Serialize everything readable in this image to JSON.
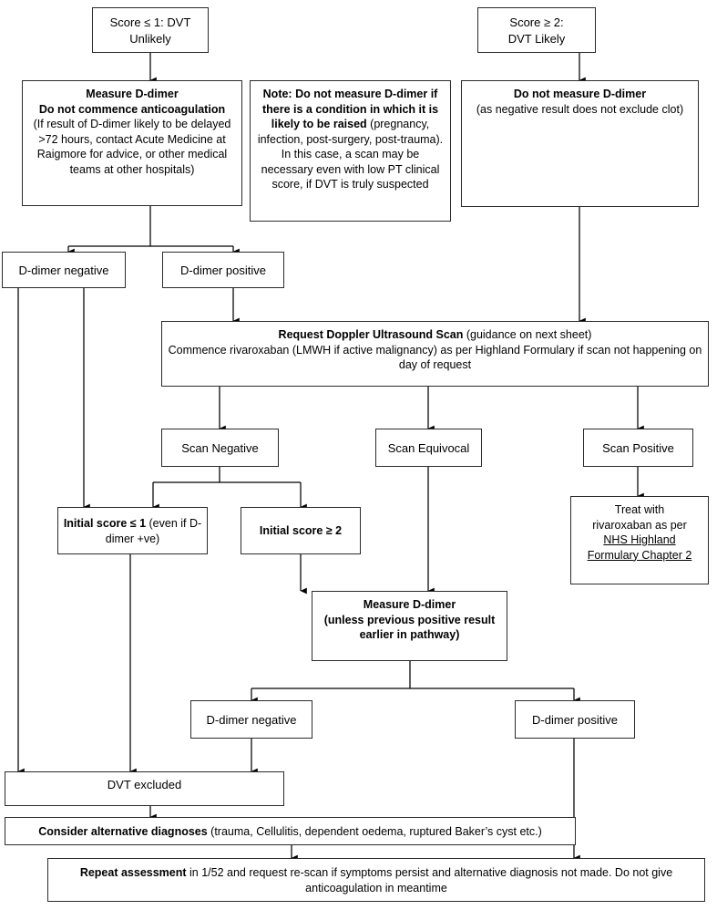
{
  "document": {
    "title": "DVT Diagnostic Pathway Flowchart",
    "accent_color": "#000000",
    "box_border_color": "#2b2b2b",
    "background_color": "#ffffff"
  },
  "nodes": {
    "score_low": {
      "line1": "Score ≤ 1: DVT",
      "line2": "Unlikely"
    },
    "score_high": {
      "line1": "Score ≥ 2:",
      "line2": "DVT Likely"
    },
    "measure_ddimer_top": {
      "bold1": "Measure D-dimer",
      "bold2": "Do not commence anticoagulation",
      "body": "(If result of D-dimer likely to be delayed >72 hours, contact Acute Medicine at Raigmore for advice, or other medical teams at other hospitals)"
    },
    "note_box": {
      "bold": "Note: Do not measure D-dimer if there is a condition in which it is likely to be raised",
      "body": "(pregnancy, infection, post-surgery, post-trauma). In this case, a scan may be necessary even with low PT clinical score, if DVT is truly suspected"
    },
    "no_measure_ddimer": {
      "bold": "Do not measure D-dimer",
      "body": "(as negative result does not exclude clot)"
    },
    "ddimer_negative_1": {
      "label": "D-dimer negative"
    },
    "ddimer_positive_1": {
      "label": "D-dimer positive"
    },
    "request_scan": {
      "bold": "Request Doppler Ultrasound  Scan",
      "bold_tail": " (guidance on next sheet)",
      "body": "Commence rivaroxaban (LMWH if active malignancy) as per Highland Formulary if scan not happening on day of request"
    },
    "scan_negative": {
      "label": "Scan Negative"
    },
    "scan_equivocal": {
      "label": "Scan Equivocal"
    },
    "scan_positive": {
      "label": "Scan Positive"
    },
    "initial_score_low": {
      "bold": "Initial score ≤ 1",
      "tail": " (even if D-dimer +ve)"
    },
    "initial_score_high": {
      "bold": "Initial score ≥ 2"
    },
    "treat_rivaroxaban": {
      "line1": "Treat  with",
      "line2": "rivaroxaban as per",
      "line3": "NHS Highland",
      "line4": "Formulary Chapter 2"
    },
    "measure_ddimer_2": {
      "bold1": "Measure D-dimer",
      "bold2": "(unless previous positive result earlier in pathway)"
    },
    "ddimer_negative_2": {
      "label": "D-dimer negative"
    },
    "ddimer_positive_2": {
      "label": "D-dimer positive"
    },
    "dvt_excluded": {
      "label": "DVT excluded"
    },
    "consider_alternative": {
      "bold": "Consider alternative diagnoses",
      "tail": " (trauma, Cellulitis, dependent oedema, ruptured Baker’s cyst etc.)"
    },
    "repeat_assessment": {
      "bold": "Repeat assessment",
      "tail": " in 1/52 and request re-scan if symptoms persist and alternative diagnosis not made. Do not give anticoagulation in meantime"
    }
  }
}
